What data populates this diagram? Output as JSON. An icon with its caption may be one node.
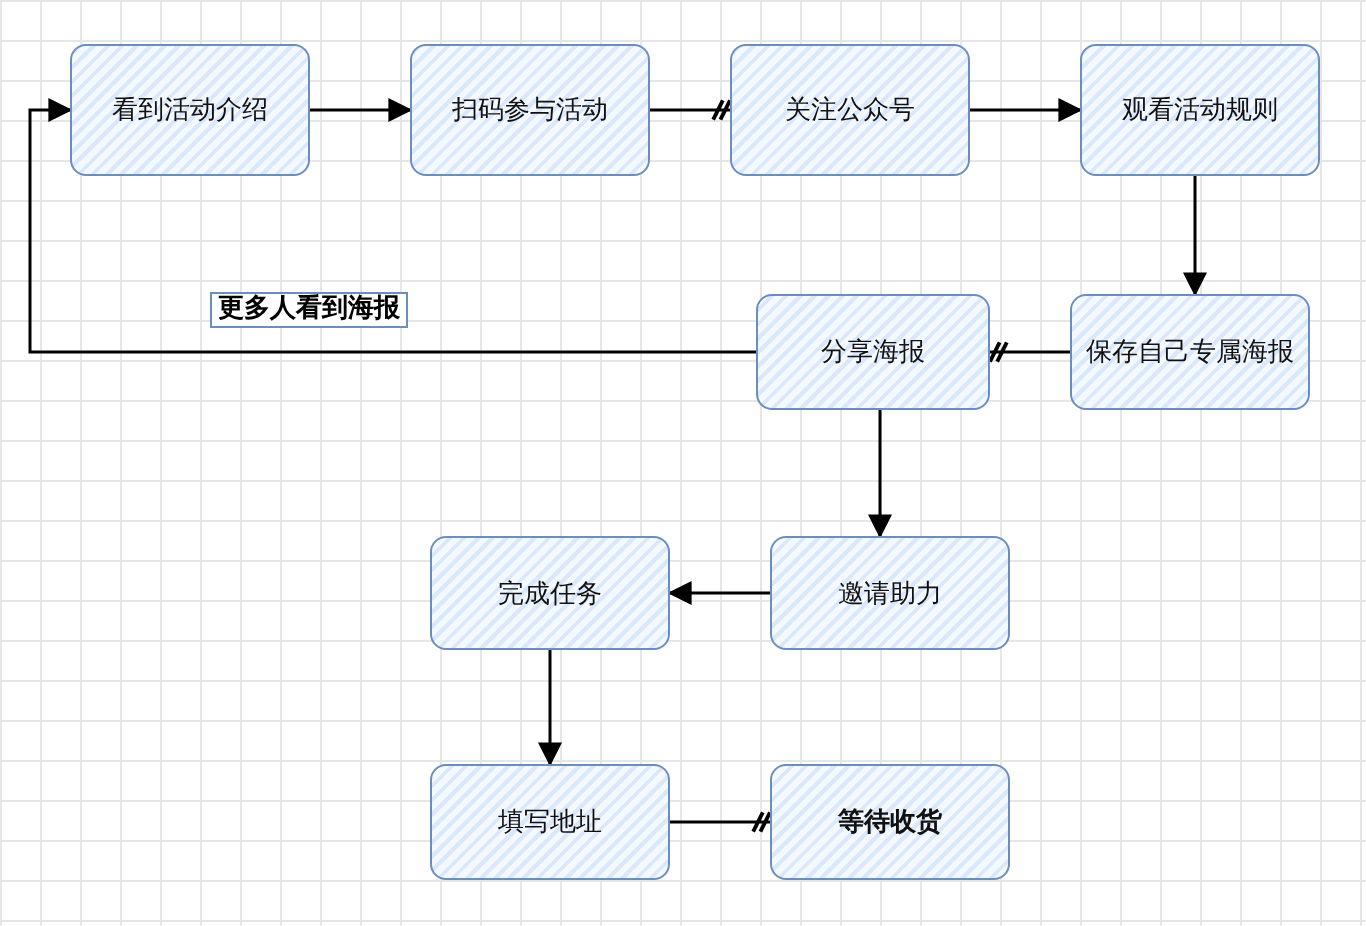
{
  "diagram": {
    "nodes": [
      {
        "text": [
          "看到活动介绍"
        ]
      },
      {
        "text": [
          "扫码参与活动"
        ]
      },
      {
        "text": [
          "关注公众号"
        ]
      },
      {
        "text": [
          "观看活动规则"
        ]
      },
      {
        "text": [
          "保存自己专属海报"
        ]
      },
      {
        "text": [
          "分享海报"
        ]
      },
      {
        "text": [
          "邀请助力"
        ]
      },
      {
        "text": [
          "完成任务"
        ]
      },
      {
        "text": [
          "填写地址"
        ]
      },
      {
        "text": [
          "**等待收货**"
        ]
      }
    ],
    "edges": [
      {
        "from": 0,
        "to": 1,
        "arrow": "to"
      },
      {
        "from": 1,
        "to": 2,
        "arrow": "other"
      },
      {
        "from": 2,
        "to": 3,
        "arrow": "to"
      },
      {
        "from": 3,
        "to": 4,
        "arrow": "to"
      },
      {
        "from": 4,
        "to": 5,
        "arrow": "other"
      },
      {
        "from": 5,
        "to": 0,
        "arrow": "to",
        "label": "更多人看到海报"
      },
      {
        "from": 5,
        "to": 6,
        "arrow": "to"
      },
      {
        "from": 6,
        "to": 7,
        "arrow": "to"
      },
      {
        "from": 7,
        "to": 8,
        "arrow": "to"
      },
      {
        "from": 8,
        "to": 9,
        "arrow": "other"
      }
    ]
  }
}
